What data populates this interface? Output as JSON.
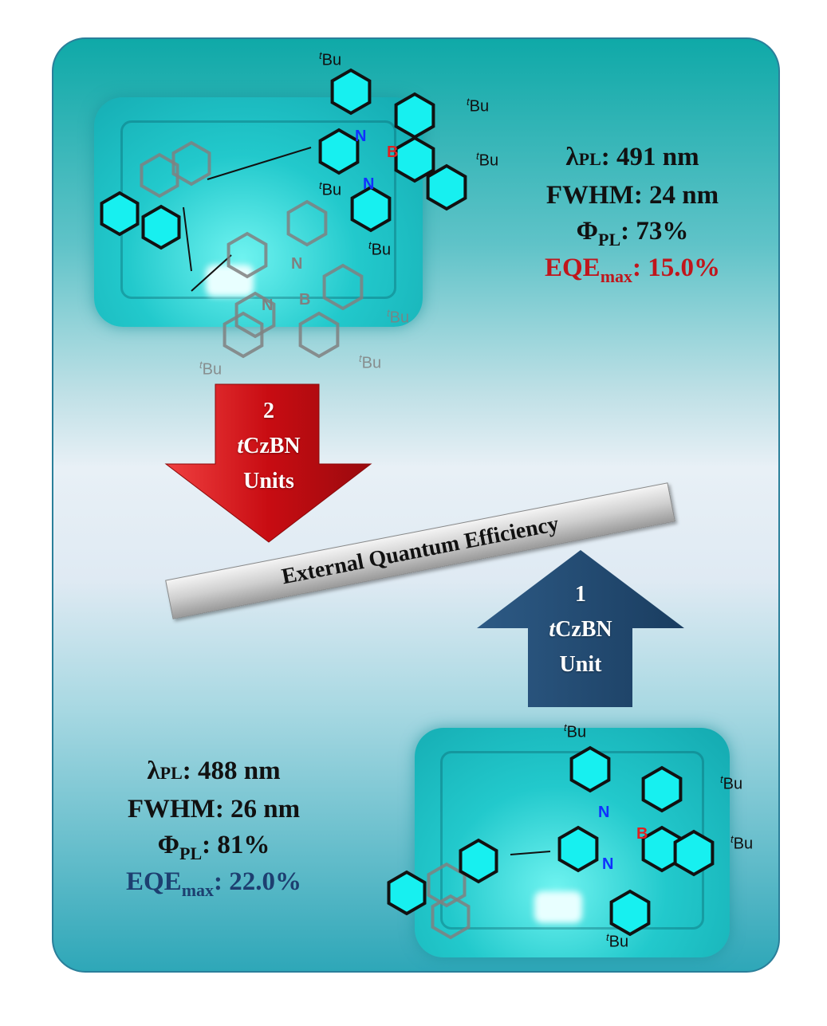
{
  "top_compound": {
    "stats": {
      "lambda_label": "λ",
      "lambda_sub": "PL",
      "lambda_value": ": 491 nm",
      "fwhm": "FWHM: 24 nm",
      "phi_label": "Φ",
      "phi_sub": "PL",
      "phi_value": ": 73%",
      "eqe_label": "EQE",
      "eqe_sub": "max",
      "eqe_value": ": 15.0%"
    },
    "labels": {
      "tbu": "Bu",
      "t": "t",
      "n": "N",
      "b": "B"
    }
  },
  "bottom_compound": {
    "stats": {
      "lambda_label": "λ",
      "lambda_sub": "PL",
      "lambda_value": ": 488 nm",
      "fwhm": "FWHM: 26 nm",
      "phi_label": "Φ",
      "phi_sub": "PL",
      "phi_value": ": 81%",
      "eqe_label": "EQE",
      "eqe_sub": "max",
      "eqe_value": ": 22.0%"
    }
  },
  "red_arrow": {
    "number": "2",
    "unit_prefix": "t",
    "unit_name": "CzBN",
    "unit_word": "Units",
    "color": "#d0141a"
  },
  "blue_arrow": {
    "number": "1",
    "unit_prefix": "t",
    "unit_name": "CzBN",
    "unit_word": "Unit",
    "color": "#1f4a72"
  },
  "bar": {
    "label": "External Quantum Efficiency"
  }
}
